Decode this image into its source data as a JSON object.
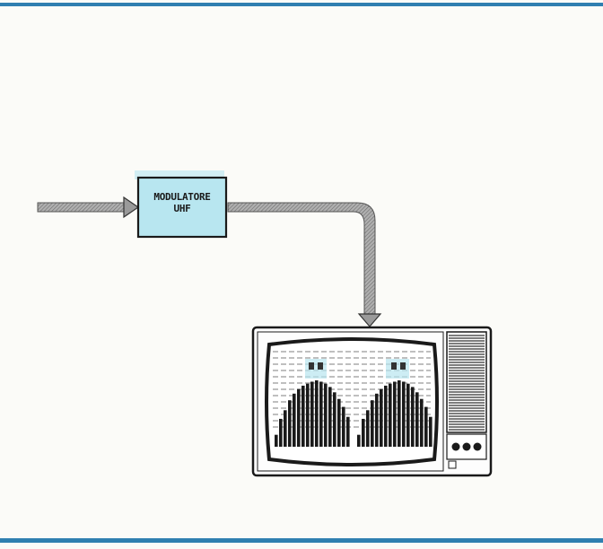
{
  "modulator": {
    "line1": "MODULATORE",
    "line2": "UHF",
    "fill_color": "#b8e6f0"
  },
  "colors": {
    "rule": "#2f7fb0",
    "ink": "#222222",
    "pipe": "#9a9a9a",
    "accent": "#b8e6f0"
  },
  "bar_heights": [
    0.18,
    0.42,
    0.55,
    0.7,
    0.8,
    0.87,
    0.92,
    0.95,
    0.98,
    1.0,
    0.98,
    0.95,
    0.9,
    0.82,
    0.72,
    0.6,
    0.45
  ]
}
